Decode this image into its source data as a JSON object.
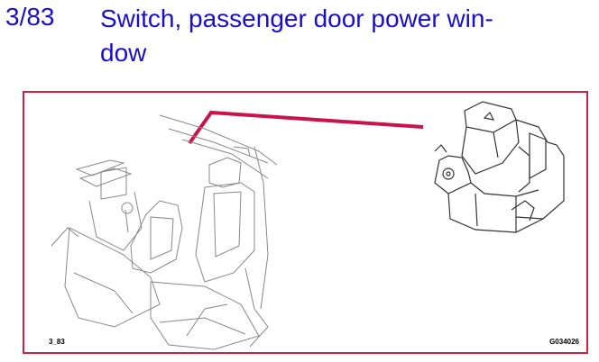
{
  "header": {
    "code": "3/83",
    "title": "Switch, passenger door power win-\ndow"
  },
  "figure": {
    "ref_left": "3_83",
    "ref_right": "G034026",
    "frame_color": "#cc2244",
    "leader_color": "#c8144a",
    "title_color": "#1a0fc8"
  }
}
